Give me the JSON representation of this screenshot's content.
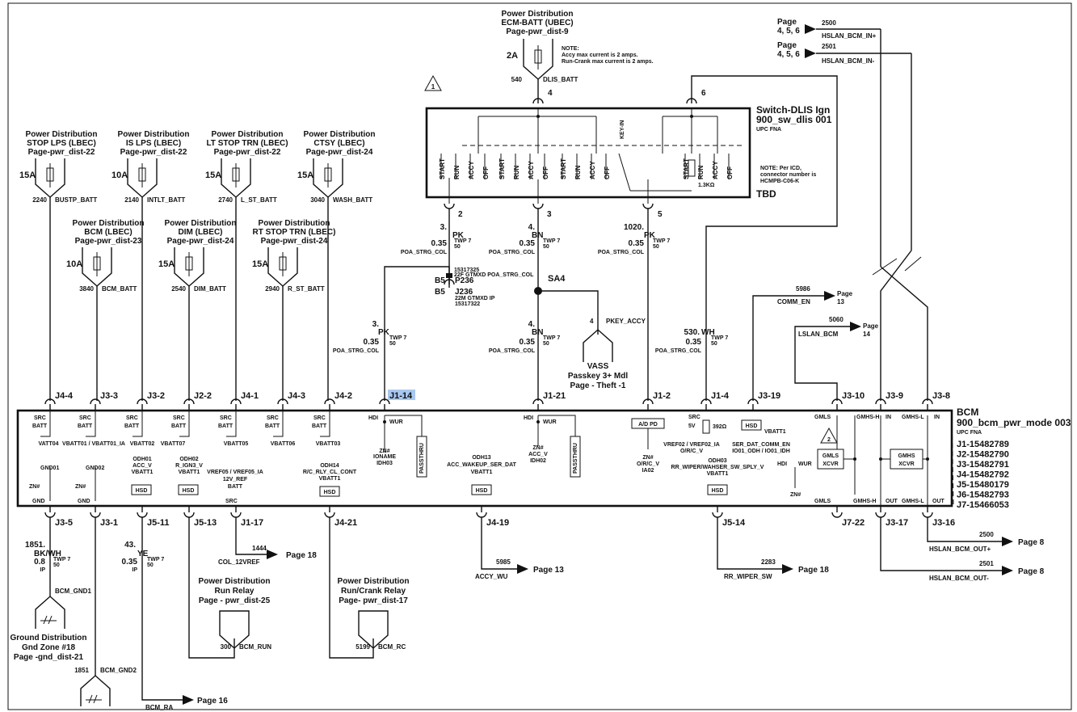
{
  "top_fuse": {
    "title1": "Power Distribution",
    "title2": "ECM-BATT (UBEC)",
    "page": "Page-pwr_dist-9",
    "rating": "2A",
    "circuit": "540",
    "wire": "DLIS_BATT",
    "note": [
      "NOTE:",
      "Accy max current is 2 amps.",
      "Run-Crank max current is 2 amps."
    ]
  },
  "rev_marker": "1",
  "switch": {
    "title": "Switch-DLIS Ign",
    "code": "900_sw_dlis  001",
    "sub": "UPC    FNA",
    "tbd": "TBD",
    "pin_top_left": "4",
    "pin_top_right": "6",
    "pins_bottom": [
      "2",
      "3",
      "5"
    ],
    "contacts": [
      "START",
      "RUN",
      "ACCY",
      "OFF",
      "START",
      "RUN",
      "ACCY",
      "OFF",
      "START",
      "RUN",
      "ACCY",
      "OFF",
      "START",
      "RUN",
      "ACCY",
      "OFF"
    ],
    "keyin": "KEY-IN",
    "resistor": "1.3KΩ",
    "note": [
      "NOTE: Per ICD,",
      "connector number is",
      "HCMPB-C06-K"
    ]
  },
  "offpage_in": [
    {
      "page": "Page",
      "pages": "4, 5, 6",
      "num": "2500",
      "wire": "HSLAN_BCM_IN+"
    },
    {
      "page": "Page",
      "pages": "4, 5, 6",
      "num": "2501",
      "wire": "HSLAN_BCM_IN-"
    }
  ],
  "fuses": [
    {
      "t1": "Power Distribution",
      "t2": "STOP LPS (LBEC)",
      "page": "Page-pwr_dist-22",
      "rating": "15A",
      "num": "2240",
      "wire": "BUSTP_BATT"
    },
    {
      "t1": "Power Distribution",
      "t2": "IS LPS (LBEC)",
      "page": "Page-pwr_dist-22",
      "rating": "10A",
      "num": "2140",
      "wire": "INTLT_BATT"
    },
    {
      "t1": "Power Distribution",
      "t2": "LT STOP TRN (LBEC)",
      "page": "Page-pwr_dist-22",
      "rating": "15A",
      "num": "2740",
      "wire": "L_ST_BATT"
    },
    {
      "t1": "Power Distribution",
      "t2": "CTSY (LBEC)",
      "page": "Page-pwr_dist-24",
      "rating": "15A",
      "num": "3040",
      "wire": "WASH_BATT"
    },
    {
      "t1": "Power Distribution",
      "t2": "BCM (LBEC)",
      "page": "Page-pwr_dist-23",
      "rating": "10A",
      "num": "3840",
      "wire": "BCM_BATT"
    },
    {
      "t1": "Power Distribution",
      "t2": "DIM (LBEC)",
      "page": "Page-pwr_dist-24",
      "rating": "15A",
      "num": "2540",
      "wire": "DIM_BATT"
    },
    {
      "t1": "Power Distribution",
      "t2": "RT STOP TRN (LBEC)",
      "page": "Page-pwr_dist-24",
      "rating": "15A",
      "num": "2940",
      "wire": "R_ST_BATT"
    }
  ],
  "wires": {
    "w2": {
      "n": "3.",
      "c": "PK",
      "g": "0.35",
      "t": "TWP 7",
      "t2": "50",
      "name": "POA_STRG_COL"
    },
    "w3": {
      "n": "4.",
      "c": "BN",
      "g": "0.35",
      "t": "TWP 7",
      "t2": "50",
      "name": "POA_STRG_COL"
    },
    "w5": {
      "n": "1020.",
      "c": "PK",
      "g": "0.35",
      "t": "TWP 7",
      "t2": "50",
      "name": "POA_STRG_COL"
    },
    "w114": {
      "n": "3.",
      "c": "PK",
      "g": "0.35",
      "t": "TWP 7",
      "t2": "50",
      "name": "POA_STRG_COL"
    },
    "w121": {
      "n": "4.",
      "c": "BN",
      "g": "0.35",
      "t": "TWP 7",
      "t2": "50",
      "name": "POA_STRG_COL"
    },
    "w14": {
      "n": "530.",
      "c": "WH",
      "g": "0.35",
      "t": "TWP 7",
      "t2": "50",
      "name": "POA_STRG_COL"
    }
  },
  "inline_conn": {
    "a": "15317325",
    "b": "22F GTMXD POA_STRG_COL",
    "p1": "B5",
    "n1": "P236",
    "p2": "B5",
    "n2": "J236",
    "c": "22M GTMXD IP",
    "d": "15317322"
  },
  "splice": "SA4",
  "vass": {
    "pin": "4",
    "wire": "PKEY_ACCY",
    "name": "VASS",
    "l2": "Passkey 3+ Mdl",
    "l3": "Page - Theft -1"
  },
  "comm_en": {
    "num": "5986",
    "wire": "COMM_EN",
    "page": "Page",
    "pg": "13"
  },
  "lslan": {
    "num": "5060",
    "wire": "LSLAN_BCM",
    "page": "Page",
    "pg": "14"
  },
  "bcm": {
    "title": "BCM",
    "code": "900_bcm_pwr_mode 003",
    "sub": "UPC    FNA",
    "jlist": [
      "J1-15482789",
      "J2-15482790",
      "J3-15482791",
      "J4-15482792",
      "J5-15480179",
      "J6-15482793",
      "J7-15466053"
    ],
    "top_pins": [
      "J4-4",
      "J3-3",
      "J3-2",
      "J2-2",
      "J4-1",
      "J4-3",
      "J4-2",
      "J1-14",
      "J1-21",
      "J1-2",
      "J1-4",
      "J3-19",
      "J3-10",
      "J3-9",
      "J3-8"
    ],
    "bot_pins": [
      "J3-5",
      "J3-1",
      "J5-11",
      "J5-13",
      "J1-17",
      "J4-21",
      "J4-19",
      "J5-14",
      "J7-22",
      "J3-17",
      "J3-16"
    ],
    "src": "SRC",
    "batt": "BATT",
    "gnd": "GND",
    "zn": "ZN#",
    "hsd": "HSD",
    "hdi": "HDI",
    "wur": "WUR",
    "passthru": "PASSTHRU",
    "vbatt": [
      "VATT04",
      "VBATT01 / VBATT01_IA",
      "VBATT02",
      "VBATT07",
      "VBATT05",
      "VBATT06",
      "VBATT03"
    ],
    "gnd01": "GND01",
    "gnd02": "GND02",
    "odh01": [
      "ODH01",
      "ACC_V",
      "VBATT1"
    ],
    "odh02": [
      "ODH02",
      "R_IGN3_V",
      "VBATT1"
    ],
    "vref05": [
      "VREF05 / VREF05_IA",
      "12V_REF",
      "BATT",
      "SRC"
    ],
    "odh14": [
      "ODH14",
      "R/C_RLY_CL_CONT",
      "VBATT1"
    ],
    "ioname": [
      "IONAME",
      "IDH03"
    ],
    "acc_v": [
      "ACC_V",
      "IDH02"
    ],
    "odh13": [
      "ODH13",
      "ACC_WAKEUP_SER_DAT",
      "VBATT1"
    ],
    "adpd": "A/D PD",
    "ovc": [
      "O/R/C_V",
      "IA02"
    ],
    "vref02": [
      "5V",
      "VREF02 / VREF02_IA",
      "O/R/C_V"
    ],
    "r392": "392Ω",
    "ser_dat": [
      "SER_DAT_COMM_EN",
      "IO01_ODH / IO01_IDH"
    ],
    "vbatt1": "VBATT1",
    "odh03": [
      "ODH03",
      "RR_WIPER/WAHSER_SW_SPLY_V",
      "VBATT1"
    ],
    "gmls": "GMLS",
    "gmhs_h": "GMHS-H",
    "gmhs_l": "GMHS-L",
    "in": "IN",
    "out": "OUT",
    "gmls_x": [
      "GMLS",
      "XCVR"
    ],
    "gmhs_x": [
      "GMHS",
      "XCVR"
    ],
    "tri": "2"
  },
  "ground": {
    "num": "1851.",
    "c": "BK/WH",
    "g": "0.8",
    "t": "TWP 7",
    "t2": "50",
    "ip": "IP",
    "w1": "BCM_GND1",
    "w2": "BCM_GND2",
    "n2": "1851",
    "t1": "Ground Distribution",
    "t2b": "Gnd Zone #18",
    "pg": "Page -gnd_dist-21"
  },
  "ye": {
    "n": "43.",
    "c": "YE",
    "g": "0.35",
    "t": "TWP 7",
    "t2": "50",
    "ip": "IP",
    "wire": "BCM_RA",
    "page": "Page  16"
  },
  "col12": {
    "num": "1444",
    "wire": "COL_12VREF",
    "page": "Page  18"
  },
  "relay1": {
    "t1": "Power Distribution",
    "t2": "Run Relay",
    "pg": "Page - pwr_dist-25",
    "num": "300",
    "wire": "BCM_RUN"
  },
  "relay2": {
    "t1": "Power Distribution",
    "t2": "Run/Crank Relay",
    "pg": "Page- pwr_dist-17",
    "num": "5199",
    "wire": "BCM_RC"
  },
  "accy_wu": {
    "num": "5985",
    "wire": "ACCY_WU",
    "page": "Page  13"
  },
  "rr_wiper": {
    "num": "2283",
    "wire": "RR_WIPER_SW",
    "page": "Page  18"
  },
  "out_plus": {
    "num": "2500",
    "wire": "HSLAN_BCM_OUT+",
    "page": "Page  8"
  },
  "out_minus": {
    "num": "2501",
    "wire": "HSLAN_BCM_OUT-",
    "page": "Page  8"
  }
}
